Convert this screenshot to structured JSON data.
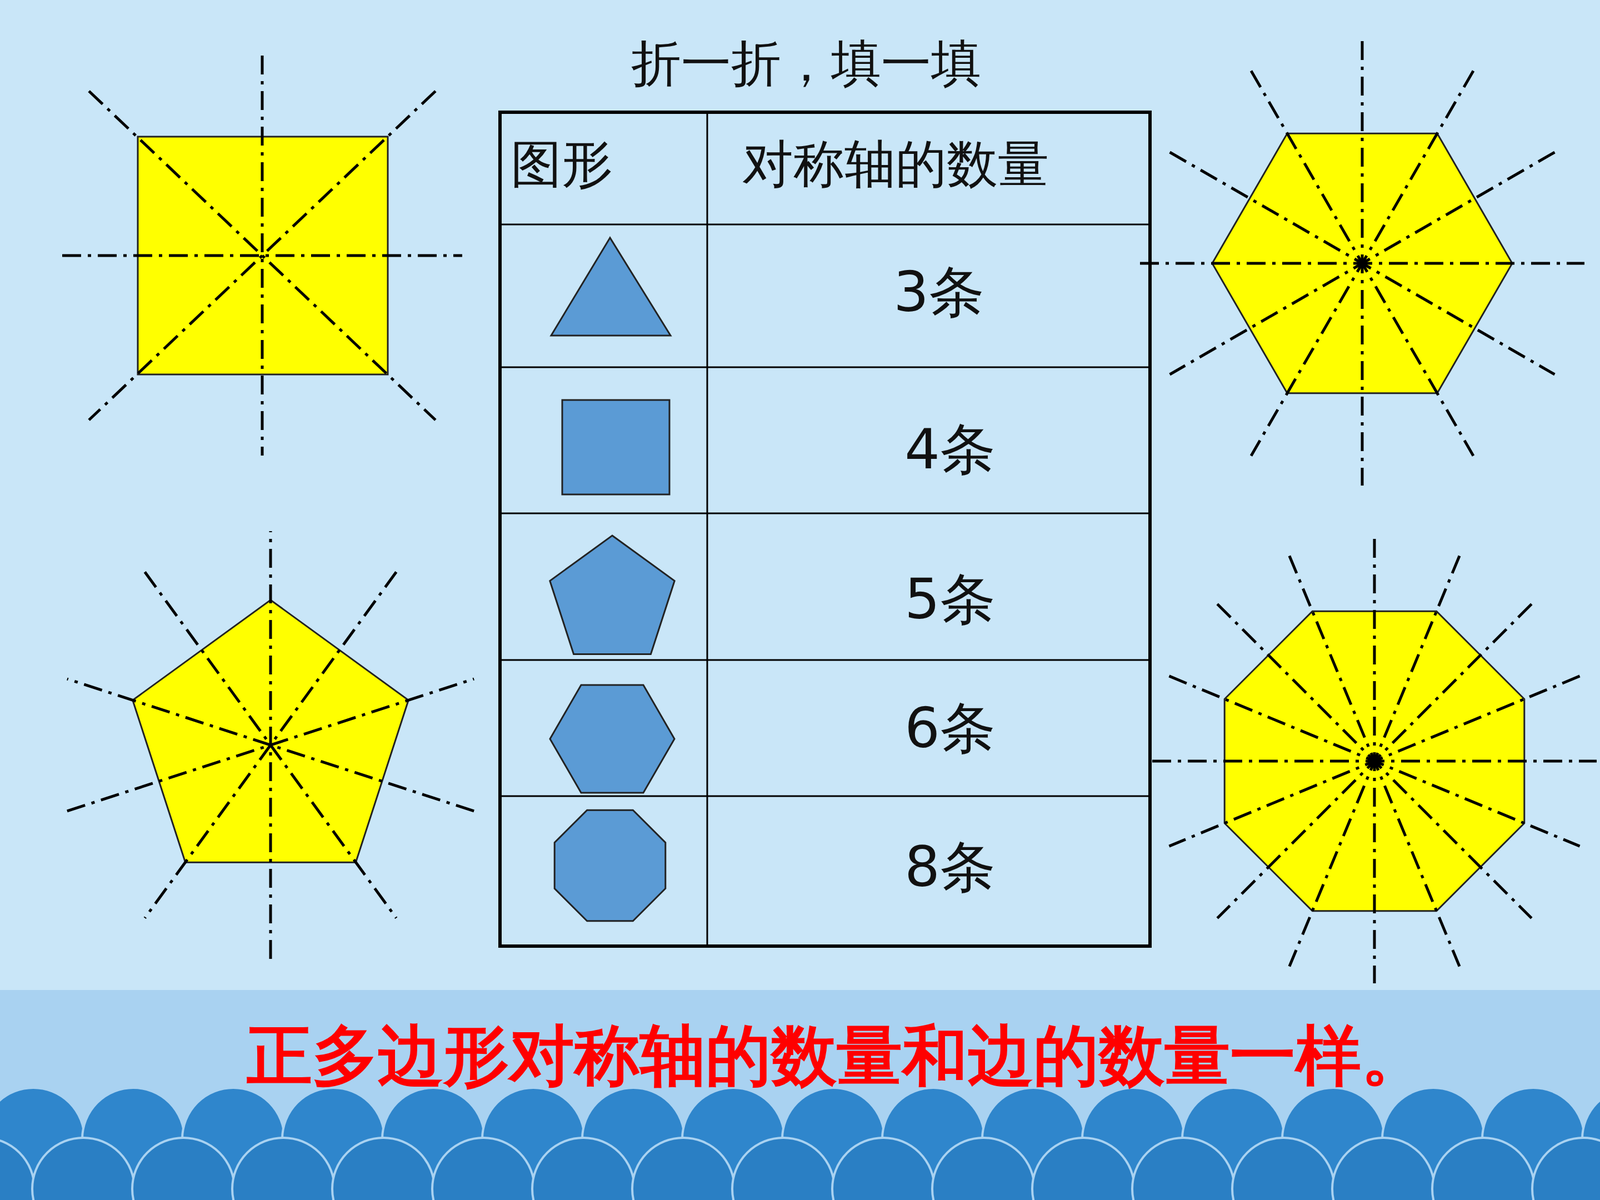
{
  "diagram": {
    "title": "折一折，填一填",
    "caption": "正多边形对称轴的数量和边的数量一样。",
    "labels": [
      "图形",
      "对称轴的数量",
      "3条",
      "4条",
      "5条",
      "6条",
      "8条"
    ]
  }
}
